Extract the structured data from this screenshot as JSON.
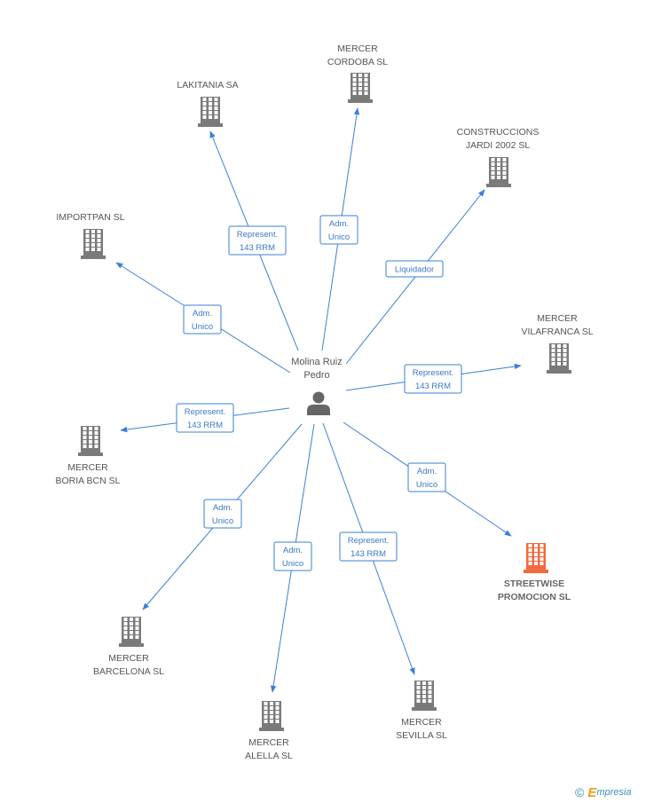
{
  "center": {
    "label_lines": [
      "Molina Ruiz",
      "Pedro"
    ],
    "icon": "person-icon"
  },
  "companies": [
    {
      "name_lines": [
        "LAKITANIA SA"
      ],
      "icon": "building-icon"
    },
    {
      "name_lines": [
        "MERCER",
        "CORDOBA SL"
      ],
      "icon": "building-icon"
    },
    {
      "name_lines": [
        "CONSTRUCCIONS",
        "JARDI 2002 SL"
      ],
      "icon": "building-icon"
    },
    {
      "name_lines": [
        "IMPORTPAN SL"
      ],
      "icon": "building-icon"
    },
    {
      "name_lines": [
        "MERCER",
        "VILAFRANCA SL"
      ],
      "icon": "building-icon"
    },
    {
      "name_lines": [
        "MERCER",
        "BORIA BCN SL"
      ],
      "icon": "building-icon"
    },
    {
      "name_lines": [
        "STREETWISE",
        "PROMOCION SL"
      ],
      "icon": "building-icon",
      "highlight": true
    },
    {
      "name_lines": [
        "MERCER",
        "BARCELONA SL"
      ],
      "icon": "building-icon"
    },
    {
      "name_lines": [
        "MERCER",
        "ALELLA SL"
      ],
      "icon": "building-icon"
    },
    {
      "name_lines": [
        "MERCER",
        "SEVILLA SL"
      ],
      "icon": "building-icon"
    }
  ],
  "relations": [
    {
      "target": "LAKITANIA SA",
      "label_lines": [
        "Represent.",
        "143 RRM"
      ]
    },
    {
      "target": "MERCER CORDOBA SL",
      "label_lines": [
        "Adm.",
        "Unico"
      ]
    },
    {
      "target": "CONSTRUCCIONS JARDI 2002 SL",
      "label_lines": [
        "Liquidador"
      ]
    },
    {
      "target": "IMPORTPAN SL",
      "label_lines": [
        "Adm.",
        "Unico"
      ]
    },
    {
      "target": "MERCER VILAFRANCA SL",
      "label_lines": [
        "Represent.",
        "143 RRM"
      ]
    },
    {
      "target": "MERCER BORIA BCN SL",
      "label_lines": [
        "Represent.",
        "143 RRM"
      ]
    },
    {
      "target": "STREETWISE PROMOCION SL",
      "label_lines": [
        "Adm.",
        "Unico"
      ]
    },
    {
      "target": "MERCER BARCELONA SL",
      "label_lines": [
        "Adm.",
        "Unico"
      ]
    },
    {
      "target": "MERCER ALELLA SL",
      "label_lines": [
        "Adm.",
        "Unico"
      ]
    },
    {
      "target": "MERCER SEVILLA SL",
      "label_lines": [
        "Represent.",
        "143 RRM"
      ]
    }
  ],
  "colors": {
    "edge": "#3a7fd6",
    "building": "#7a7a7a",
    "building_highlight": "#f26a3d",
    "person": "#666666"
  },
  "footer": {
    "copyright": "©",
    "brand_initial": "E",
    "brand_rest": "mpresia",
    "icon": "copyright-icon"
  }
}
